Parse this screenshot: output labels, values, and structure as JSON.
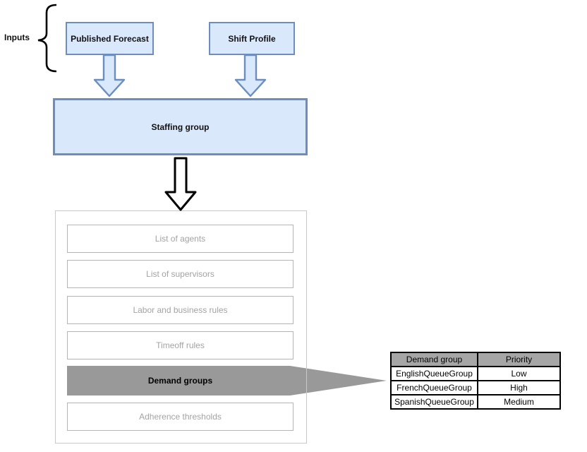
{
  "diagram": {
    "inputs_label": "Inputs",
    "input_boxes": [
      {
        "label": "Published Forecast"
      },
      {
        "label": "Shift Profile"
      }
    ],
    "staffing_box": {
      "label": "Staffing group"
    },
    "config_list": {
      "items": [
        {
          "label": "List of agents"
        },
        {
          "label": "List of supervisors"
        },
        {
          "label": "Labor and business rules"
        },
        {
          "label": "Timeoff rules"
        },
        {
          "label": "Adherence thresholds"
        }
      ],
      "highlighted_item": {
        "label": "Demand groups"
      }
    },
    "demand_table": {
      "headers": [
        "Demand group",
        "Priority"
      ],
      "rows": [
        [
          "EnglishQueueGroup",
          "Low"
        ],
        [
          "FrenchQueueGroup",
          "High"
        ],
        [
          "SpanishQueueGroup",
          "Medium"
        ]
      ]
    },
    "colors": {
      "box_fill": "#dae8fc",
      "box_border": "#6c8ebf",
      "highlight_gray": "#999999",
      "table_header_gray": "#a6a6a6",
      "muted_text": "#a3a3a3",
      "muted_border": "#b5b5b5",
      "container_border": "#c9c9c9",
      "black": "#000000"
    }
  }
}
